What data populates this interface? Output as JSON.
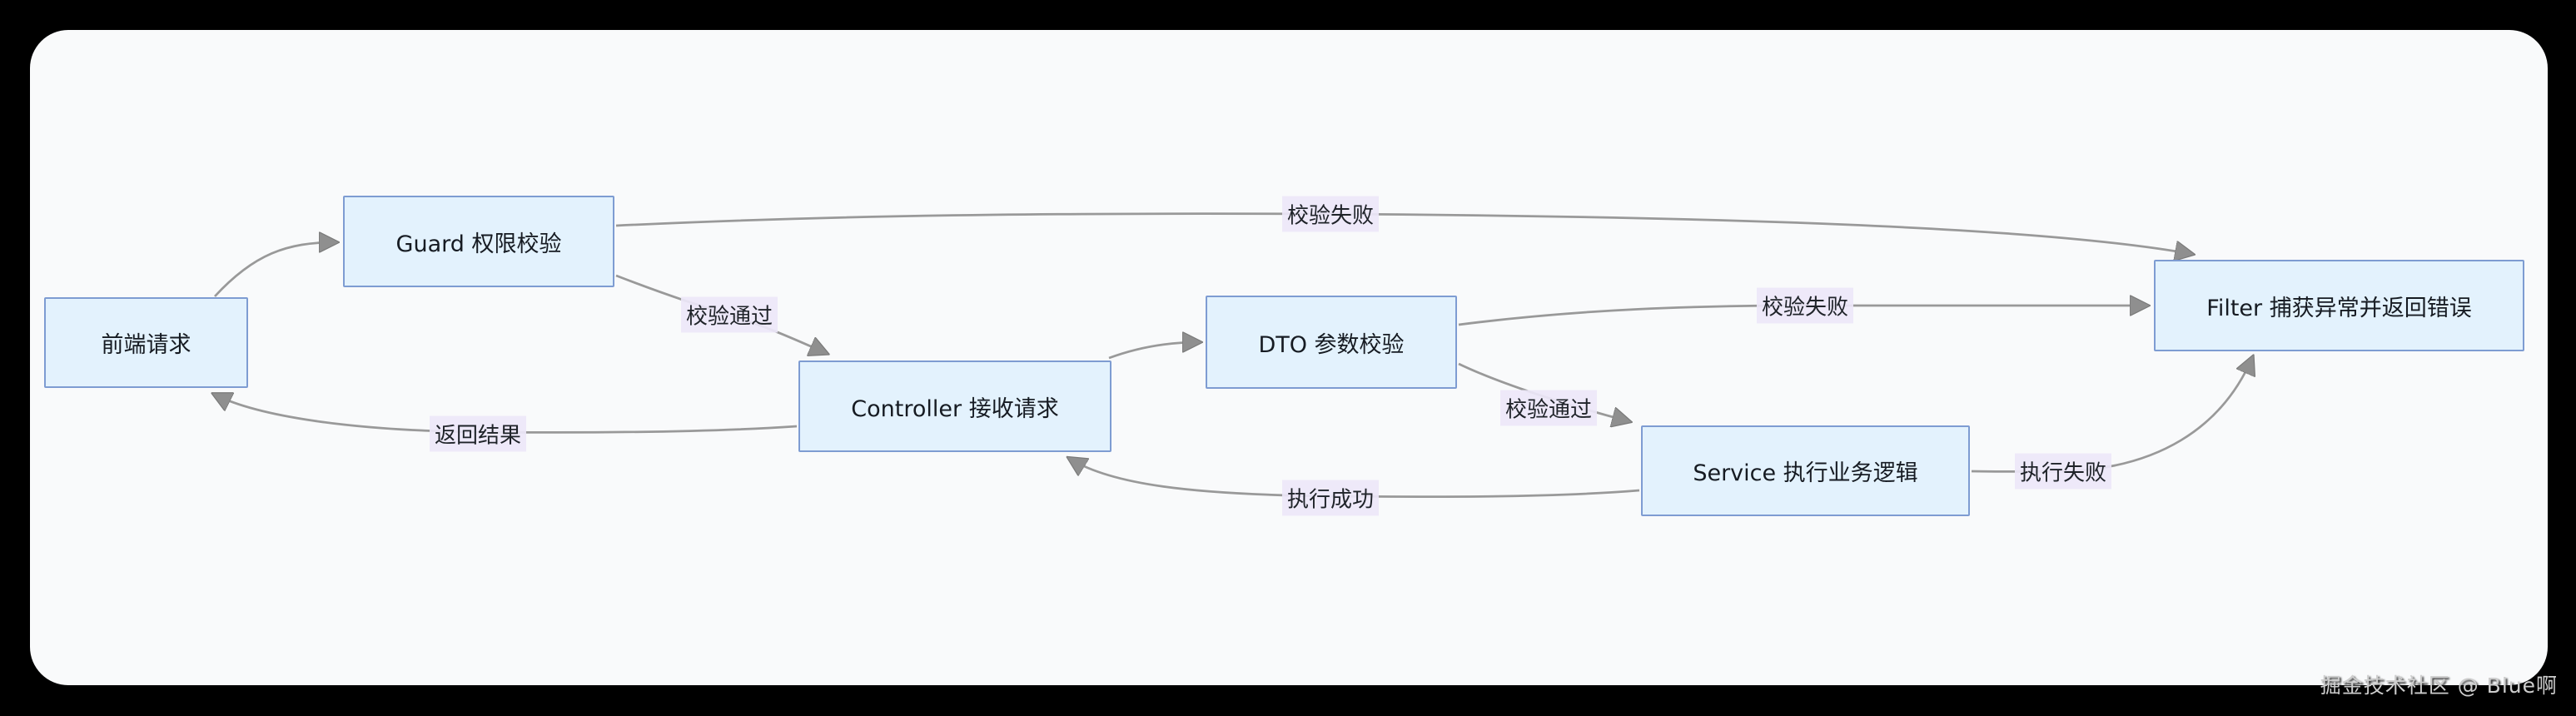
{
  "diagram": {
    "nodes": [
      {
        "id": "frontend",
        "label": "前端请求"
      },
      {
        "id": "guard",
        "label": "Guard 权限校验"
      },
      {
        "id": "controller",
        "label": "Controller 接收请求"
      },
      {
        "id": "dto",
        "label": "DTO 参数校验"
      },
      {
        "id": "service",
        "label": "Service 执行业务逻辑"
      },
      {
        "id": "filter",
        "label": "Filter 捕获异常并返回错误"
      }
    ],
    "edges": [
      {
        "from": "frontend",
        "to": "guard",
        "label": ""
      },
      {
        "from": "guard",
        "to": "filter",
        "label": "校验失败"
      },
      {
        "from": "guard",
        "to": "controller",
        "label": "校验通过"
      },
      {
        "from": "controller",
        "to": "dto",
        "label": ""
      },
      {
        "from": "dto",
        "to": "filter",
        "label": "校验失败"
      },
      {
        "from": "dto",
        "to": "service",
        "label": "校验通过"
      },
      {
        "from": "service",
        "to": "controller",
        "label": "执行成功"
      },
      {
        "from": "service",
        "to": "filter",
        "label": "执行失败"
      },
      {
        "from": "controller",
        "to": "frontend",
        "label": "返回结果"
      }
    ]
  },
  "watermark": "掘金技术社区 @ Blue啊",
  "colors": {
    "page_background": "#000000",
    "card_background": "#f9fafb",
    "node_fill": "#e3f2fd",
    "node_border": "#7e9cd2",
    "edge_line": "#999999",
    "edge_label_background": "#ede7f8",
    "text": "#161b22"
  }
}
